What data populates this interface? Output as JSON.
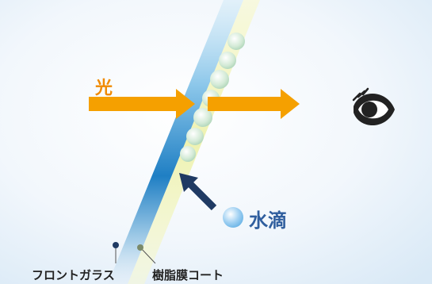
{
  "labels": {
    "light": "光",
    "water_drop": "水滴",
    "front_glass": "フロントガラス",
    "resin_coat": "樹脂膜コート"
  },
  "colors": {
    "arrow": "#f5a000",
    "light_label": "#f08a00",
    "water_label": "#2f5e9e",
    "pointer_arrow": "#1f3a63",
    "glass": "#5aa6d8",
    "coat": "#f2f5b8",
    "caption": "#222222",
    "eye": "#222222"
  },
  "icons": {
    "eye": "eye-icon"
  }
}
